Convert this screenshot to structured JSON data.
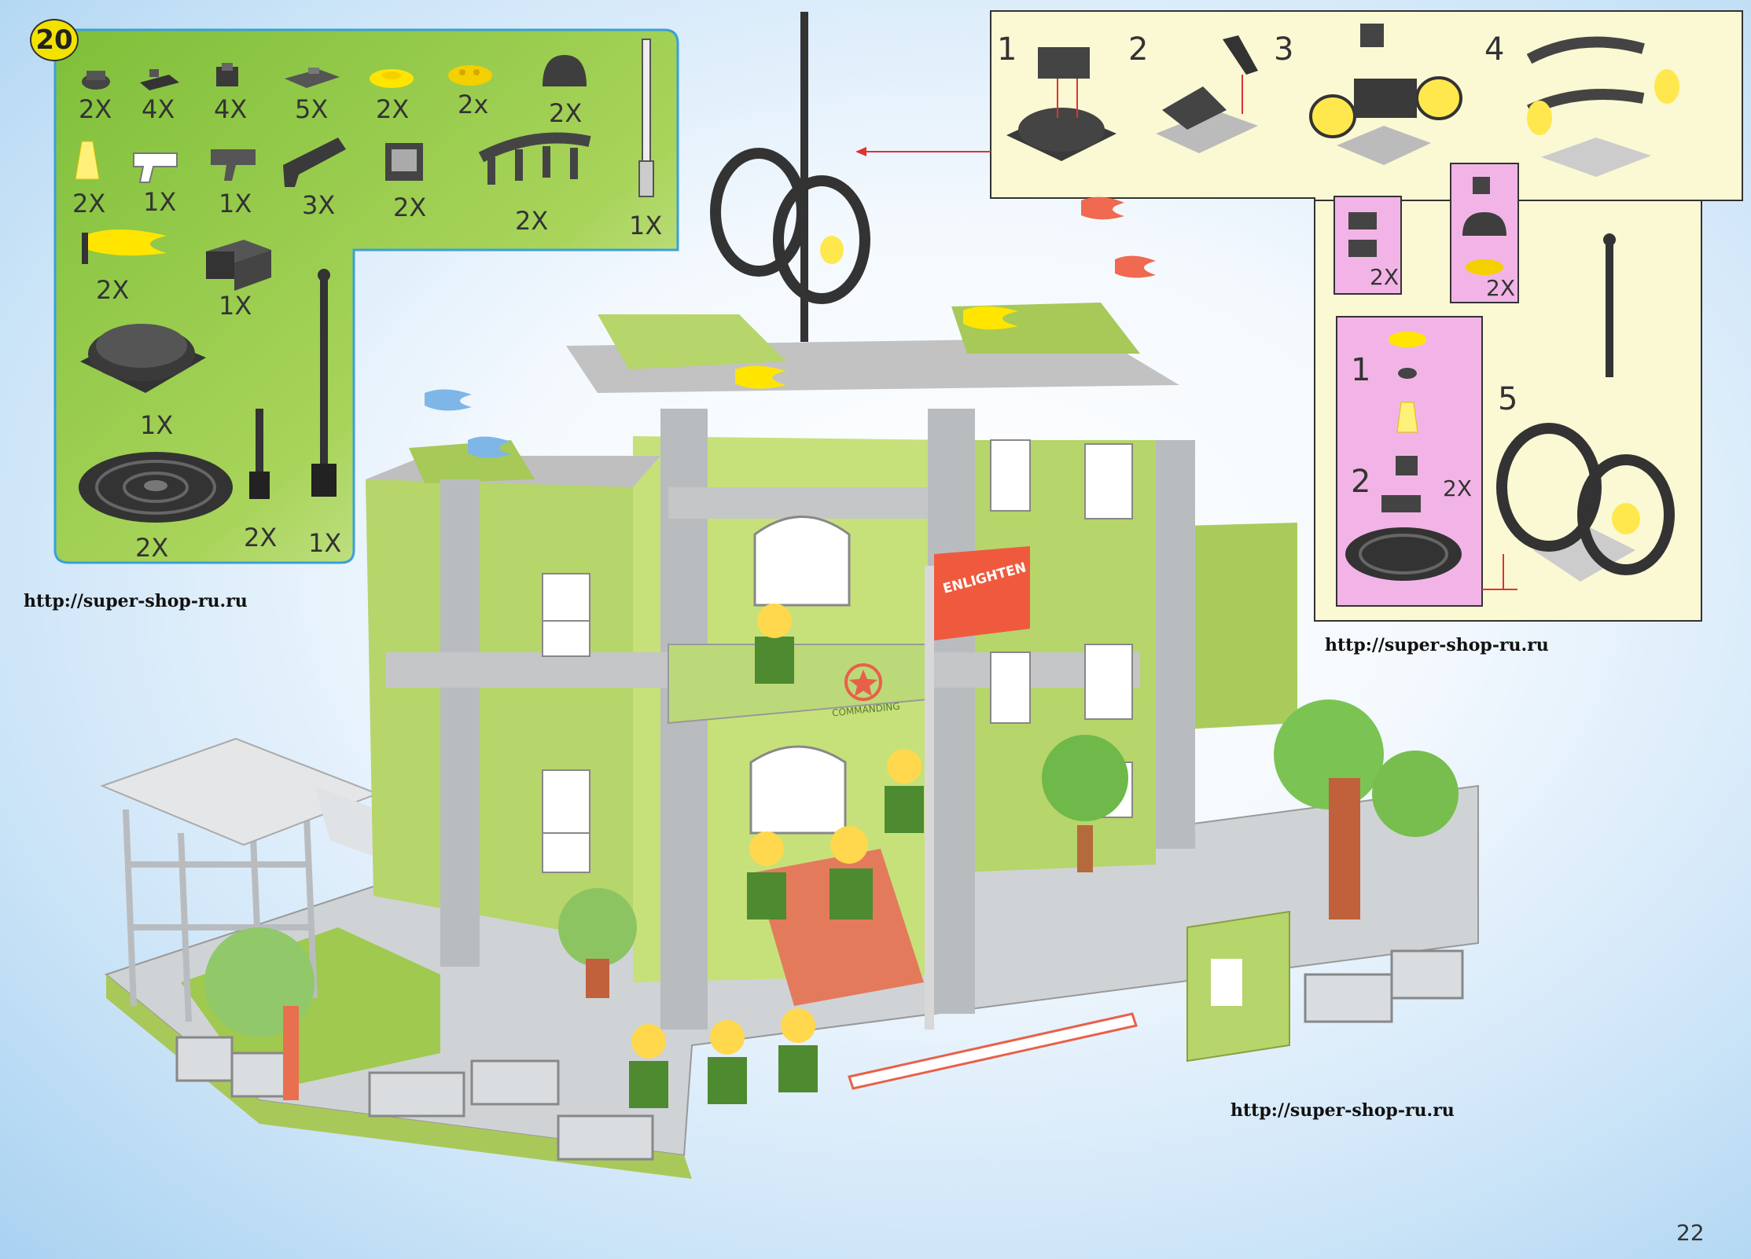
{
  "page": {
    "number": "22"
  },
  "parts_panel": {
    "step_number": "20",
    "items": [
      {
        "qty": "2X"
      },
      {
        "qty": "4X"
      },
      {
        "qty": "4X"
      },
      {
        "qty": "5X"
      },
      {
        "qty": "2X"
      },
      {
        "qty": "2x"
      },
      {
        "qty": "2X"
      },
      {
        "qty": "2X"
      },
      {
        "qty": "1X"
      },
      {
        "qty": "1X"
      },
      {
        "qty": "3X"
      },
      {
        "qty": "2X"
      },
      {
        "qty": "2X"
      },
      {
        "qty": "1X"
      },
      {
        "qty": "2X"
      },
      {
        "qty": "1X"
      },
      {
        "qty": "1X"
      },
      {
        "qty": "2X"
      },
      {
        "qty": "2X"
      },
      {
        "qty": "1X"
      }
    ]
  },
  "sub_steps": {
    "top": [
      "1",
      "2",
      "3",
      "4"
    ],
    "callout_a_qty": "2X",
    "callout_b_qty": "2X",
    "pink": {
      "steps": [
        "1",
        "2"
      ],
      "qty": "2X",
      "final_step": "5"
    }
  },
  "flag_text": "ENLIGHTEN",
  "plaque_text": "COMMANDING",
  "watermarks": [
    "http://super-shop-ru.ru",
    "http://super-shop-ru.ru",
    "http://super-shop-ru.ru"
  ],
  "colors": {
    "green_panel": "#8cc63f",
    "pink_panel": "#f2b4e6",
    "cream_panel": "#fbf8d4",
    "building_green": "#b6d56a",
    "baseplate_grey": "#c8c8c8",
    "accent_red": "#e8604a"
  }
}
